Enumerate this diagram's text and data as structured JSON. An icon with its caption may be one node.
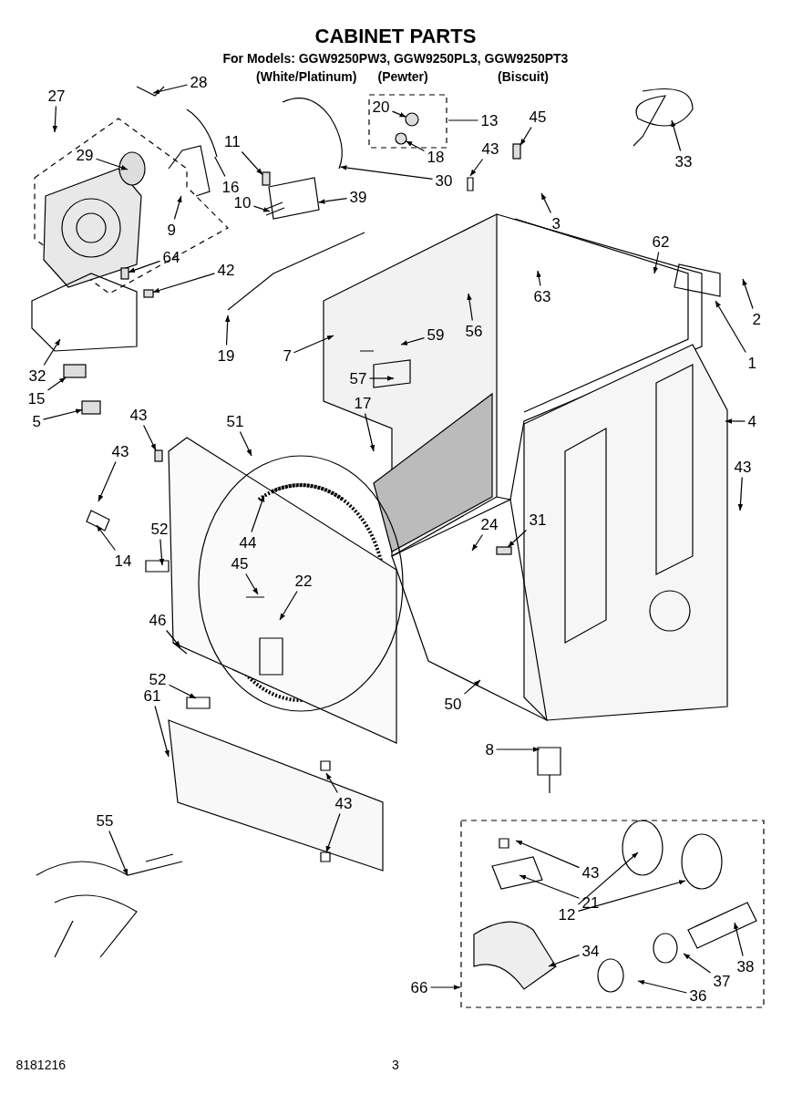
{
  "diagram": {
    "title": "CABINET PARTS",
    "nodes": [
      {
        "text": [
          "27"
        ]
      },
      {
        "text": [
          "28"
        ]
      },
      {
        "text": [
          "20"
        ]
      },
      {
        "text": [
          "13"
        ]
      },
      {
        "text": [
          "45"
        ]
      },
      {
        "text": [
          "29"
        ]
      },
      {
        "text": [
          "11"
        ]
      },
      {
        "text": [
          "18"
        ]
      },
      {
        "text": [
          "43"
        ]
      },
      {
        "text": [
          "33"
        ]
      },
      {
        "text": [
          "30"
        ]
      },
      {
        "text": [
          "16"
        ]
      },
      {
        "text": [
          "39"
        ]
      },
      {
        "text": [
          "10"
        ]
      },
      {
        "text": [
          "3"
        ]
      },
      {
        "text": [
          "9"
        ]
      },
      {
        "text": [
          "62"
        ]
      },
      {
        "text": [
          "64"
        ]
      },
      {
        "text": [
          "42"
        ]
      },
      {
        "text": [
          "63"
        ]
      },
      {
        "text": [
          "2"
        ]
      },
      {
        "text": [
          "56"
        ]
      },
      {
        "text": [
          "59"
        ]
      },
      {
        "text": [
          "19"
        ]
      },
      {
        "text": [
          "7"
        ]
      },
      {
        "text": [
          "1"
        ]
      },
      {
        "text": [
          "32"
        ]
      },
      {
        "text": [
          "57"
        ]
      },
      {
        "text": [
          "15"
        ]
      },
      {
        "text": [
          "17"
        ]
      },
      {
        "text": [
          "43"
        ]
      },
      {
        "text": [
          "51"
        ]
      },
      {
        "text": [
          "4"
        ]
      },
      {
        "text": [
          "5"
        ]
      },
      {
        "text": [
          "43"
        ]
      },
      {
        "text": [
          "43"
        ]
      },
      {
        "text": [
          "24"
        ]
      },
      {
        "text": [
          "31"
        ]
      },
      {
        "text": [
          "52"
        ]
      },
      {
        "text": [
          "44"
        ]
      },
      {
        "text": [
          "14"
        ]
      },
      {
        "text": [
          "45"
        ]
      },
      {
        "text": [
          "22"
        ]
      },
      {
        "text": [
          "46"
        ]
      },
      {
        "text": [
          "52"
        ]
      },
      {
        "text": [
          "61"
        ]
      },
      {
        "text": [
          "50"
        ]
      },
      {
        "text": [
          "8"
        ]
      },
      {
        "text": [
          "43"
        ]
      },
      {
        "text": [
          "55"
        ]
      },
      {
        "text": [
          "43"
        ]
      },
      {
        "text": [
          "21"
        ]
      },
      {
        "text": [
          "12"
        ]
      },
      {
        "text": [
          "34"
        ]
      },
      {
        "text": [
          "66"
        ]
      },
      {
        "text": [
          "37"
        ]
      },
      {
        "text": [
          "38"
        ]
      },
      {
        "text": [
          "36"
        ]
      },
      {
        "text": [],
        "shape": "circle"
      },
      {
        "text": [],
        "shape": "box"
      },
      {
        "text": [],
        "shape": "box"
      },
      {
        "text": [],
        "shape": "circle"
      },
      {
        "text": [],
        "shape": "picture"
      },
      {
        "text": [],
        "shape": "picture"
      },
      {
        "text": [],
        "shape": "picture"
      },
      {
        "text": [],
        "shape": "box"
      },
      {
        "text": [],
        "shape": "box"
      },
      {
        "text": [],
        "shape": "box"
      },
      {
        "text": [],
        "shape": "box"
      },
      {
        "text": [],
        "shape": "box"
      },
      {
        "text": [],
        "shape": "picture"
      },
      {
        "text": [],
        "shape": "picture"
      },
      {
        "text": [],
        "shape": "box"
      }
    ],
    "edges": [
      {
        "from": 0,
        "to": null,
        "arrow": "to"
      },
      {
        "from": 1,
        "to": null,
        "arrow": "to"
      },
      {
        "from": 2,
        "to": 58,
        "arrow": "to"
      },
      {
        "from": 3,
        "to": null,
        "arrow": "none"
      },
      {
        "from": 4,
        "to": 59,
        "arrow": "to"
      },
      {
        "from": 5,
        "to": null,
        "arrow": "to"
      },
      {
        "from": 6,
        "to": 60,
        "arrow": "to"
      },
      {
        "from": 7,
        "to": 61,
        "arrow": "to"
      },
      {
        "from": 8,
        "to": null,
        "arrow": "to"
      },
      {
        "from": 9,
        "to": null,
        "arrow": "to"
      },
      {
        "from": 10,
        "to": 62,
        "arrow": "to"
      },
      {
        "from": 11,
        "to": 63,
        "arrow": "none"
      },
      {
        "from": 12,
        "to": 71,
        "arrow": "to"
      },
      {
        "from": 13,
        "to": null,
        "arrow": "to"
      },
      {
        "from": 14,
        "to": null,
        "arrow": "to"
      },
      {
        "from": 15,
        "to": 64,
        "arrow": "to"
      },
      {
        "from": 16,
        "to": null,
        "arrow": "to"
      },
      {
        "from": 17,
        "to": 72,
        "arrow": "to"
      },
      {
        "from": 18,
        "to": 65,
        "arrow": "to"
      },
      {
        "from": 19,
        "to": null,
        "arrow": "to"
      },
      {
        "from": 20,
        "to": null,
        "arrow": "to"
      },
      {
        "from": 21,
        "to": null,
        "arrow": "to"
      },
      {
        "from": 22,
        "to": null,
        "arrow": "to"
      },
      {
        "from": 23,
        "to": null,
        "arrow": "to"
      },
      {
        "from": 24,
        "to": null,
        "arrow": "to"
      },
      {
        "from": 25,
        "to": null,
        "arrow": "to"
      },
      {
        "from": 26,
        "to": null,
        "arrow": "to"
      },
      {
        "from": 27,
        "to": null,
        "arrow": "to"
      },
      {
        "from": 28,
        "to": 66,
        "arrow": "to"
      },
      {
        "from": 29,
        "to": null,
        "arrow": "to"
      },
      {
        "from": 30,
        "to": 67,
        "arrow": "to"
      },
      {
        "from": 31,
        "to": null,
        "arrow": "to"
      },
      {
        "from": 32,
        "to": null,
        "arrow": "to"
      },
      {
        "from": 33,
        "to": 69,
        "arrow": "to"
      },
      {
        "from": 34,
        "to": null,
        "arrow": "to"
      },
      {
        "from": 35,
        "to": null,
        "arrow": "to"
      },
      {
        "from": 36,
        "to": null,
        "arrow": "to"
      },
      {
        "from": 37,
        "to": 68,
        "arrow": "to"
      },
      {
        "from": 38,
        "to": null,
        "arrow": "to"
      },
      {
        "from": 39,
        "to": 70,
        "arrow": "to"
      },
      {
        "from": 40,
        "to": null,
        "arrow": "to"
      },
      {
        "from": 41,
        "to": null,
        "arrow": "to"
      },
      {
        "from": 42,
        "to": null,
        "arrow": "to"
      },
      {
        "from": 43,
        "to": null,
        "arrow": "to"
      },
      {
        "from": 44,
        "to": null,
        "arrow": "to"
      },
      {
        "from": 45,
        "to": null,
        "arrow": "to"
      },
      {
        "from": 46,
        "to": null,
        "arrow": "to"
      },
      {
        "from": 47,
        "to": null,
        "arrow": "to"
      },
      {
        "from": 48,
        "to": null,
        "arrow": "to"
      },
      {
        "from": 48,
        "to": null,
        "arrow": "to"
      },
      {
        "from": 49,
        "to": null,
        "arrow": "to"
      },
      {
        "from": 50,
        "to": null,
        "arrow": "to"
      },
      {
        "from": 51,
        "to": null,
        "arrow": "to"
      },
      {
        "from": 52,
        "to": null,
        "arrow": "to"
      },
      {
        "from": 52,
        "to": null,
        "arrow": "to"
      },
      {
        "from": 53,
        "to": null,
        "arrow": "to"
      },
      {
        "from": 54,
        "to": null,
        "arrow": "to"
      },
      {
        "from": 55,
        "to": null,
        "arrow": "to"
      },
      {
        "from": 56,
        "to": null,
        "arrow": "to"
      },
      {
        "from": 57,
        "to": null,
        "arrow": "to"
      }
    ],
    "labels": [
      "For Models: GGW9250PW3, GGW9250PL3, GGW9250PT3",
      "(White/Platinum)",
      "(Pewter)",
      "(Biscuit)",
      "8181216",
      "3"
    ]
  }
}
